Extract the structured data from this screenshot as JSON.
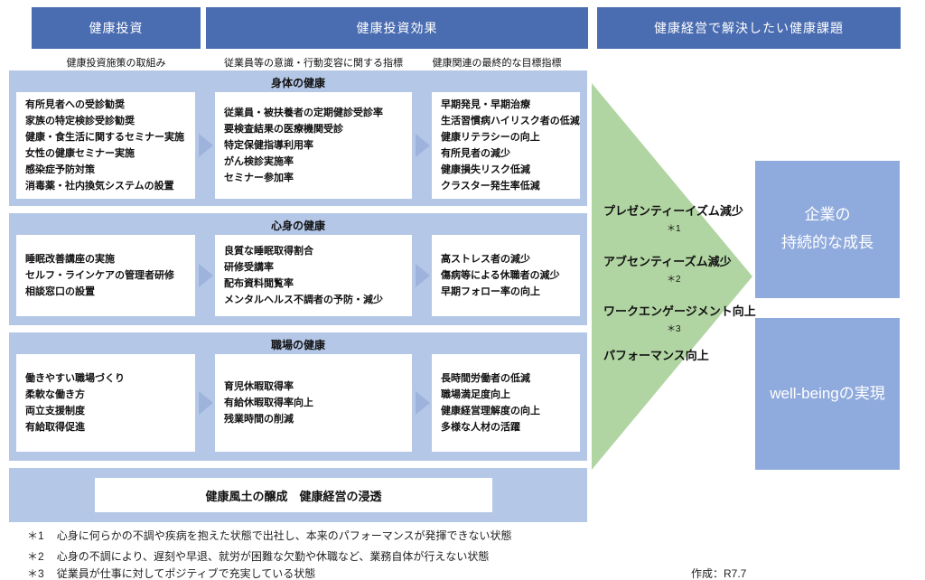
{
  "headers": {
    "investment": "健康投資",
    "effects": "健康投資効果",
    "issues": "健康経営で解決したい健康課題"
  },
  "sublabels": {
    "investment": "健康投資施策の取組み",
    "indicators": "従業員等の意識・行動変容に関する指標",
    "goals": "健康関連の最終的な目標指標"
  },
  "rows": [
    {
      "title": "身体の健康",
      "investment": [
        "有所見者への受診勧奨",
        "家族の特定検診受診勧奨",
        "健康・食生活に関するセミナー実施",
        "女性の健康セミナー実施",
        "感染症予防対策",
        "消毒薬・社内換気システムの設置"
      ],
      "indicators": [
        "従業員・被扶養者の定期健診受診率",
        "要検査結果の医療機関受診",
        "特定保健指導利用率",
        "がん検診実施率",
        "セミナー参加率"
      ],
      "goals": [
        "早期発見・早期治療",
        "生活習慣病ハイリスク者の低減",
        "健康リテラシーの向上",
        "有所見者の減少",
        "健康損失リスク低減",
        "クラスター発生率低減"
      ]
    },
    {
      "title": "心身の健康",
      "investment": [
        "睡眠改善講座の実施",
        "セルフ・ラインケアの管理者研修",
        "相談窓口の設置"
      ],
      "indicators": [
        "良質な睡眠取得割合",
        "研修受講率",
        "配布資料閲覧率",
        "メンタルヘルス不調者の予防・減少"
      ],
      "goals": [
        "高ストレス者の減少",
        "傷病等による休職者の減少",
        "早期フォロー率の向上"
      ]
    },
    {
      "title": "職場の健康",
      "investment": [
        "働きやすい職場づくり",
        "柔軟な働き方",
        "両立支援制度",
        "有給取得促進"
      ],
      "indicators": [
        "育児休暇取得率",
        "有給休暇取得率向上",
        "残業時間の削減"
      ],
      "goals": [
        "長時間労働者の低減",
        "職場満足度向上",
        "健康経営理解度の向上",
        "多様な人材の活躍"
      ]
    }
  ],
  "bottom_banner": "健康風土の醸成　健康経営の浸透",
  "arrow": {
    "items": [
      {
        "label": "プレゼンティーイズム減少",
        "note": "＊1"
      },
      {
        "label": "アブセンティーズム減少",
        "note": "＊2"
      },
      {
        "label": "ワークエンゲージメント向上",
        "note": "＊3"
      },
      {
        "label": "パフォーマンス向上",
        "note": ""
      }
    ]
  },
  "outcomes": {
    "growth_line1": "企業の",
    "growth_line2": "持続的な成長",
    "wellbeing": "well-beingの実現"
  },
  "footnotes": [
    {
      "mark": "＊1",
      "text": "心身に何らかの不調や疾病を抱えた状態で出社し、本来のパフォーマンスが発揮できない状態"
    },
    {
      "mark": "＊2",
      "text": "心身の不調により、遅刻や早退、就労が困難な欠勤や休職など、業務自体が行えない状態"
    },
    {
      "mark": "＊3",
      "text": "従業員が仕事に対してポジティブで充実している状態"
    }
  ],
  "created": "作成：R7.7",
  "colors": {
    "header_blue": "#4a6cb0",
    "panel_blue": "#b4c7e7",
    "outcome_blue": "#8faadc",
    "arrow_green": "#b1d5a2"
  }
}
